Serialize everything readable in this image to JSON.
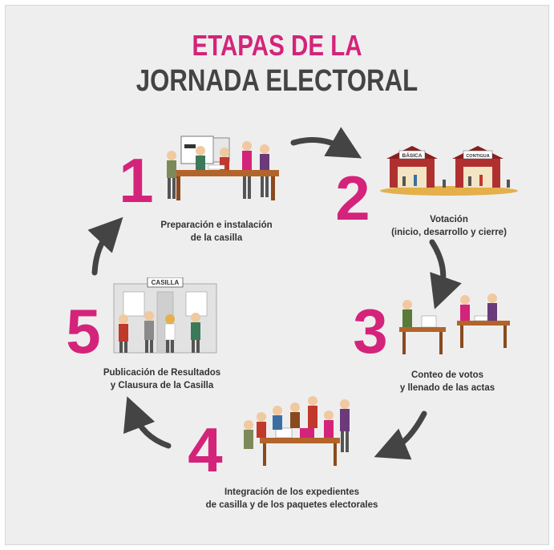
{
  "title": {
    "line1": "ETAPAS DE LA",
    "line2": "JORNADA ELECTORAL"
  },
  "stages": [
    {
      "number": "1",
      "line1": "Preparación e instalación",
      "line2": "de la casilla"
    },
    {
      "number": "2",
      "line1": "Votación",
      "line2": "(inicio, desarrollo y cierre)"
    },
    {
      "number": "3",
      "line1": "Conteo de votos",
      "line2": "y llenado de las actas"
    },
    {
      "number": "4",
      "line1": "Integración de los expedientes",
      "line2": "de casilla y de los paquetes electorales"
    },
    {
      "number": "5",
      "line1": "Publicación de Resultados",
      "line2": "y Clausura de la Casilla"
    }
  ],
  "signs": {
    "basica": "BÁSICA",
    "contigua": "CONTIGUA",
    "casilla": "CASILLA"
  },
  "colors": {
    "accent": "#d4237a",
    "title_dark": "#444444",
    "arrow": "#444444",
    "background": "#eeeeee"
  },
  "icons": [
    "curved-arrow-icon"
  ]
}
